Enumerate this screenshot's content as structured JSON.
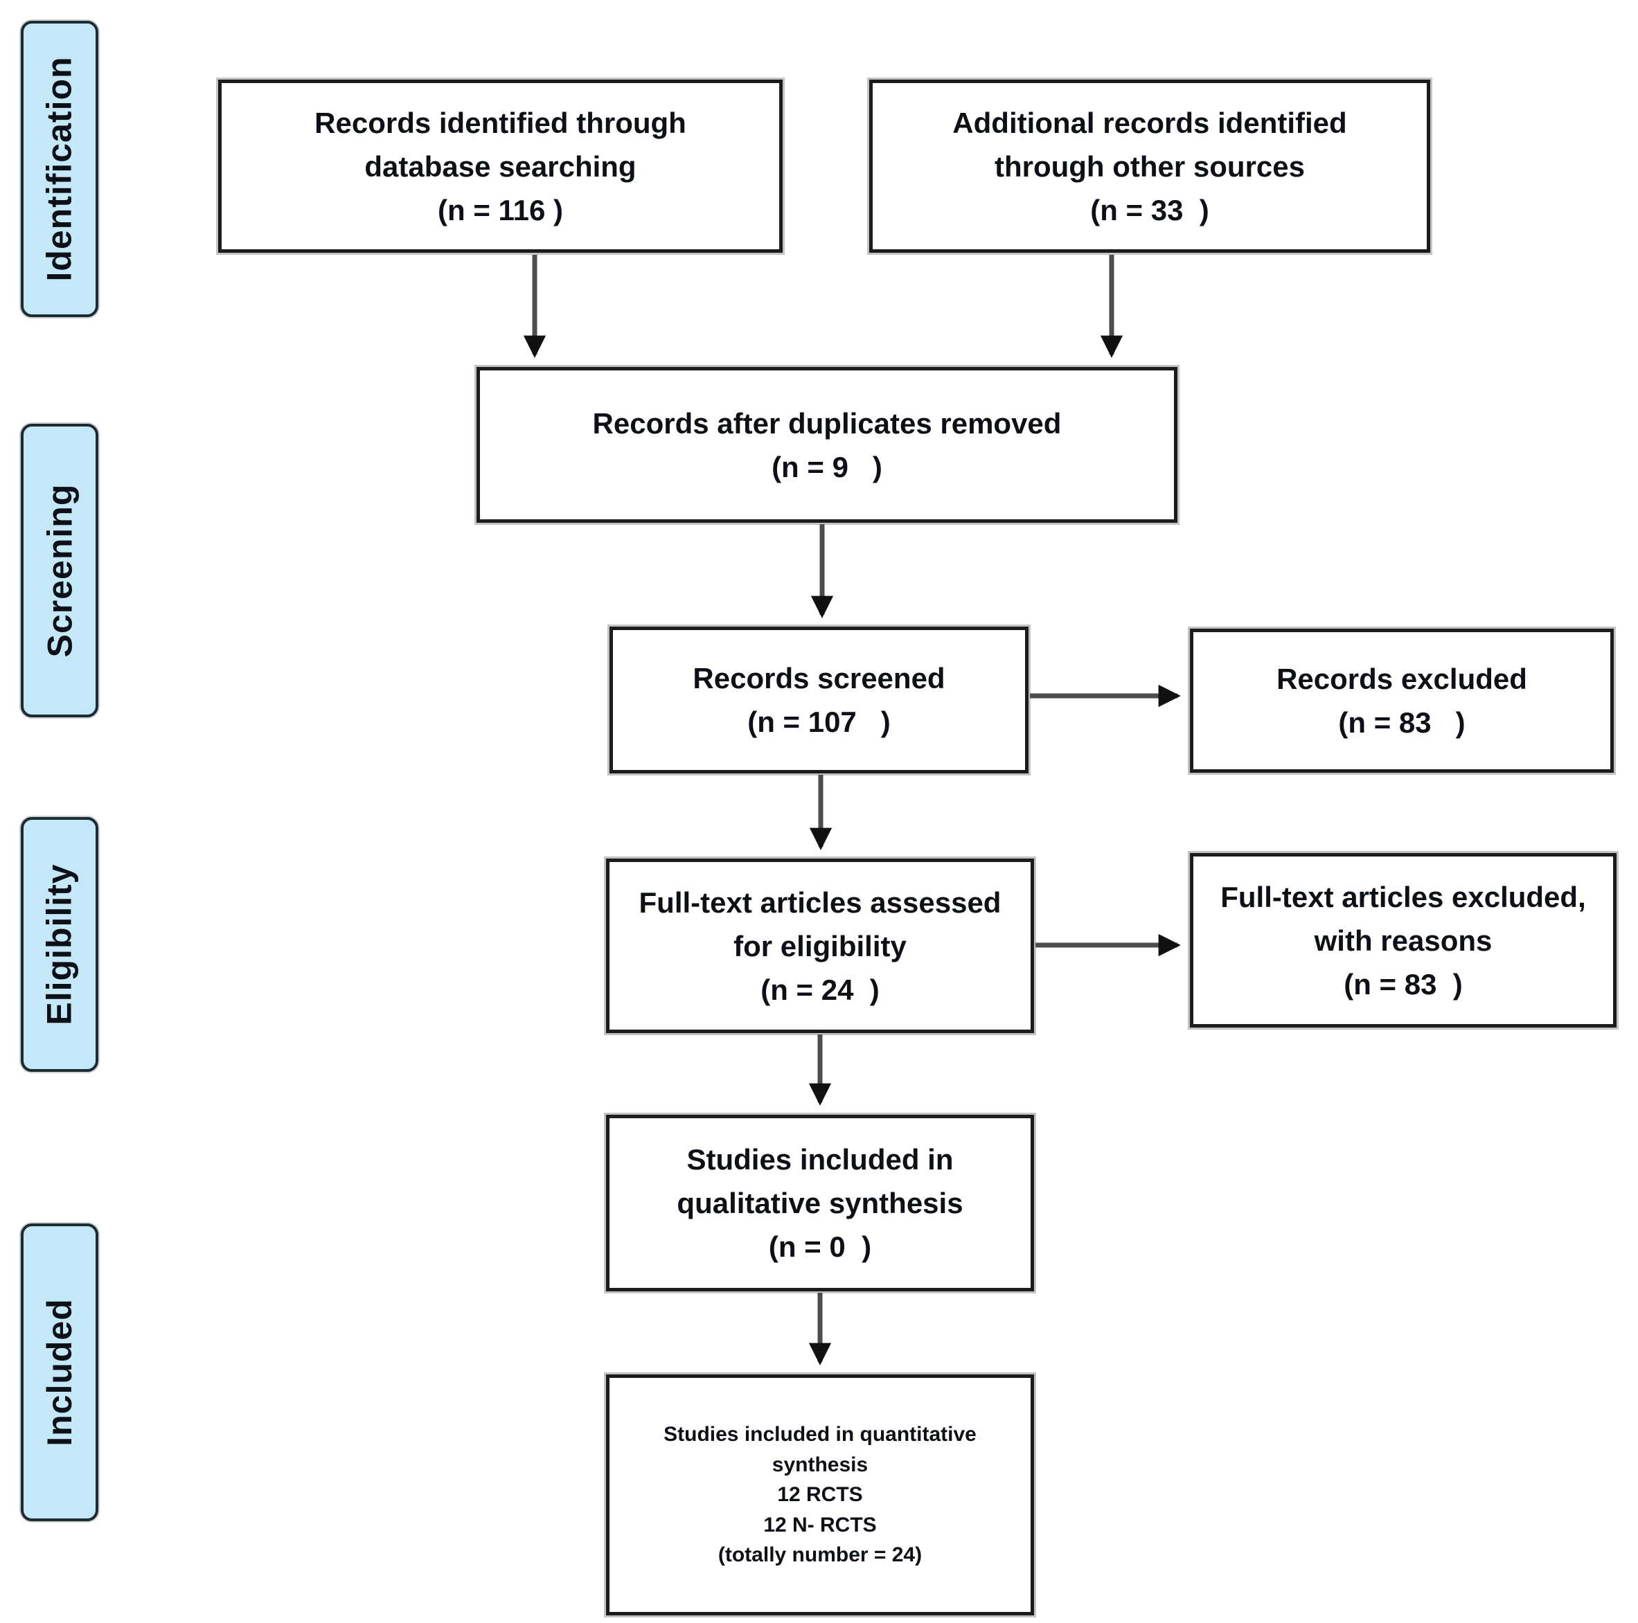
{
  "sidebar": {
    "stages": [
      {
        "label": "Identification"
      },
      {
        "label": "Screening"
      },
      {
        "label": "Eligibility"
      },
      {
        "label": "Included"
      }
    ]
  },
  "nodes": {
    "records_identified": {
      "lines": [
        "Records identified through",
        "database searching",
        "(n = 116 )"
      ]
    },
    "additional_records": {
      "lines": [
        "Additional records identified",
        "through other sources",
        "(n = 33  )"
      ]
    },
    "after_duplicates": {
      "lines": [
        "Records after duplicates removed",
        "(n = 9   )"
      ]
    },
    "records_screened": {
      "lines": [
        "Records screened",
        "(n = 107   )"
      ]
    },
    "records_excluded": {
      "lines": [
        "Records excluded",
        "(n = 83   )"
      ]
    },
    "fulltext_assessed": {
      "lines": [
        "Full-text articles assessed",
        "for eligibility",
        "(n = 24  )"
      ]
    },
    "fulltext_excluded": {
      "lines": [
        "Full-text articles excluded,",
        "with reasons",
        "(n = 83  )"
      ]
    },
    "qualitative_synthesis": {
      "lines": [
        "Studies included in",
        "qualitative synthesis",
        "(n = 0  )"
      ]
    },
    "quantitative_synthesis": {
      "lines": [
        "Studies included in quantitative",
        "synthesis",
        "12 RCTS",
        "12 N- RCTS",
        "(totally number = 24)"
      ]
    }
  },
  "colors": {
    "stage_fill": "#c5e8f8",
    "stage_border": "#1b2b33",
    "box_border": "#1c1c1c",
    "arrow_line": "#4d4d4d",
    "arrow_head": "#111111",
    "text": "#0e1018"
  }
}
